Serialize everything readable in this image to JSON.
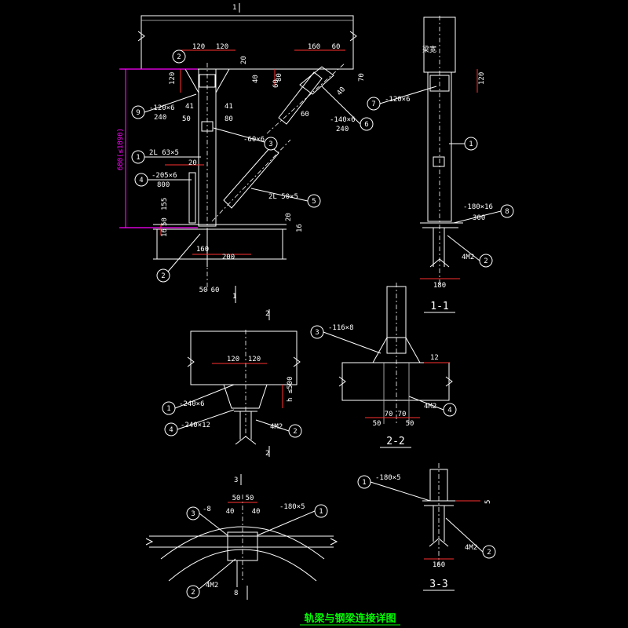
{
  "title": "轨梁与钢梁连接详图",
  "section_labels": {
    "s1": "1-1",
    "s2": "2-2",
    "s3": "3-3"
  },
  "cut_marks": {
    "c1": "1",
    "c2": "2",
    "c3": "3"
  },
  "main_view": {
    "dims_top": [
      "120",
      "120",
      "160",
      "60"
    ],
    "dims_left": [
      "120",
      "155",
      "50",
      "16"
    ],
    "dims_mid": [
      "20",
      "40",
      "70",
      "80",
      "60",
      "41",
      "41",
      "50",
      "80",
      "20",
      "60",
      "40",
      "20",
      "16"
    ],
    "dims_bottom": [
      "160",
      "200",
      "50",
      "60"
    ],
    "height_note": "680(≤1890)",
    "callouts": [
      {
        "num": "2",
        "text": ""
      },
      {
        "num": "9",
        "text": "-120×6",
        "sub": "240"
      },
      {
        "num": "1",
        "text": "2L 63×5"
      },
      {
        "num": "4",
        "text": "-205×6",
        "sub": "800"
      },
      {
        "num": "2",
        "text": ""
      },
      {
        "num": "3",
        "text": "-60×6"
      },
      {
        "num": "6",
        "text": "-140×6",
        "sub": "240"
      },
      {
        "num": "5",
        "text": "2L 50×5"
      }
    ]
  },
  "view_1_1": {
    "label_top": "梁宽",
    "dims": [
      "120",
      "180"
    ],
    "callouts": [
      {
        "num": "7",
        "text": "-120×6"
      },
      {
        "num": "1",
        "text": ""
      },
      {
        "num": "8",
        "text": "-180×16",
        "sub": "300"
      },
      {
        "num": "2",
        "text": "4M2"
      }
    ]
  },
  "view_2_2_left": {
    "dims": [
      "120",
      "120",
      "h ≤500"
    ],
    "callouts": [
      {
        "num": "1",
        "text": "-240×6"
      },
      {
        "num": "4",
        "text": "-240×12"
      },
      {
        "num": "2",
        "text": "4M2"
      }
    ]
  },
  "view_2_2_right": {
    "dims": [
      "12",
      "70",
      "70",
      "50",
      "50"
    ],
    "callouts": [
      {
        "num": "3",
        "text": "-116×8"
      },
      {
        "num": "4",
        "text": "4M2"
      }
    ]
  },
  "view_3_3_left": {
    "dims": [
      "50",
      "50",
      "40",
      "40"
    ],
    "callouts": [
      {
        "num": "3",
        "text": "-8"
      },
      {
        "num": "1",
        "text": "-180×5"
      },
      {
        "num": "2",
        "text": "4M2"
      },
      {
        "num": "8",
        "text": ""
      }
    ]
  },
  "view_3_3_right": {
    "dims": [
      "160",
      "5"
    ],
    "callouts": [
      {
        "num": "1",
        "text": "-180×5"
      },
      {
        "num": "2",
        "text": "4M2"
      }
    ]
  },
  "colors": {
    "background": "#000000",
    "lines": "#ffffff",
    "dims": "#ff3030",
    "title": "#00ff00",
    "height": "#ff00ff"
  }
}
